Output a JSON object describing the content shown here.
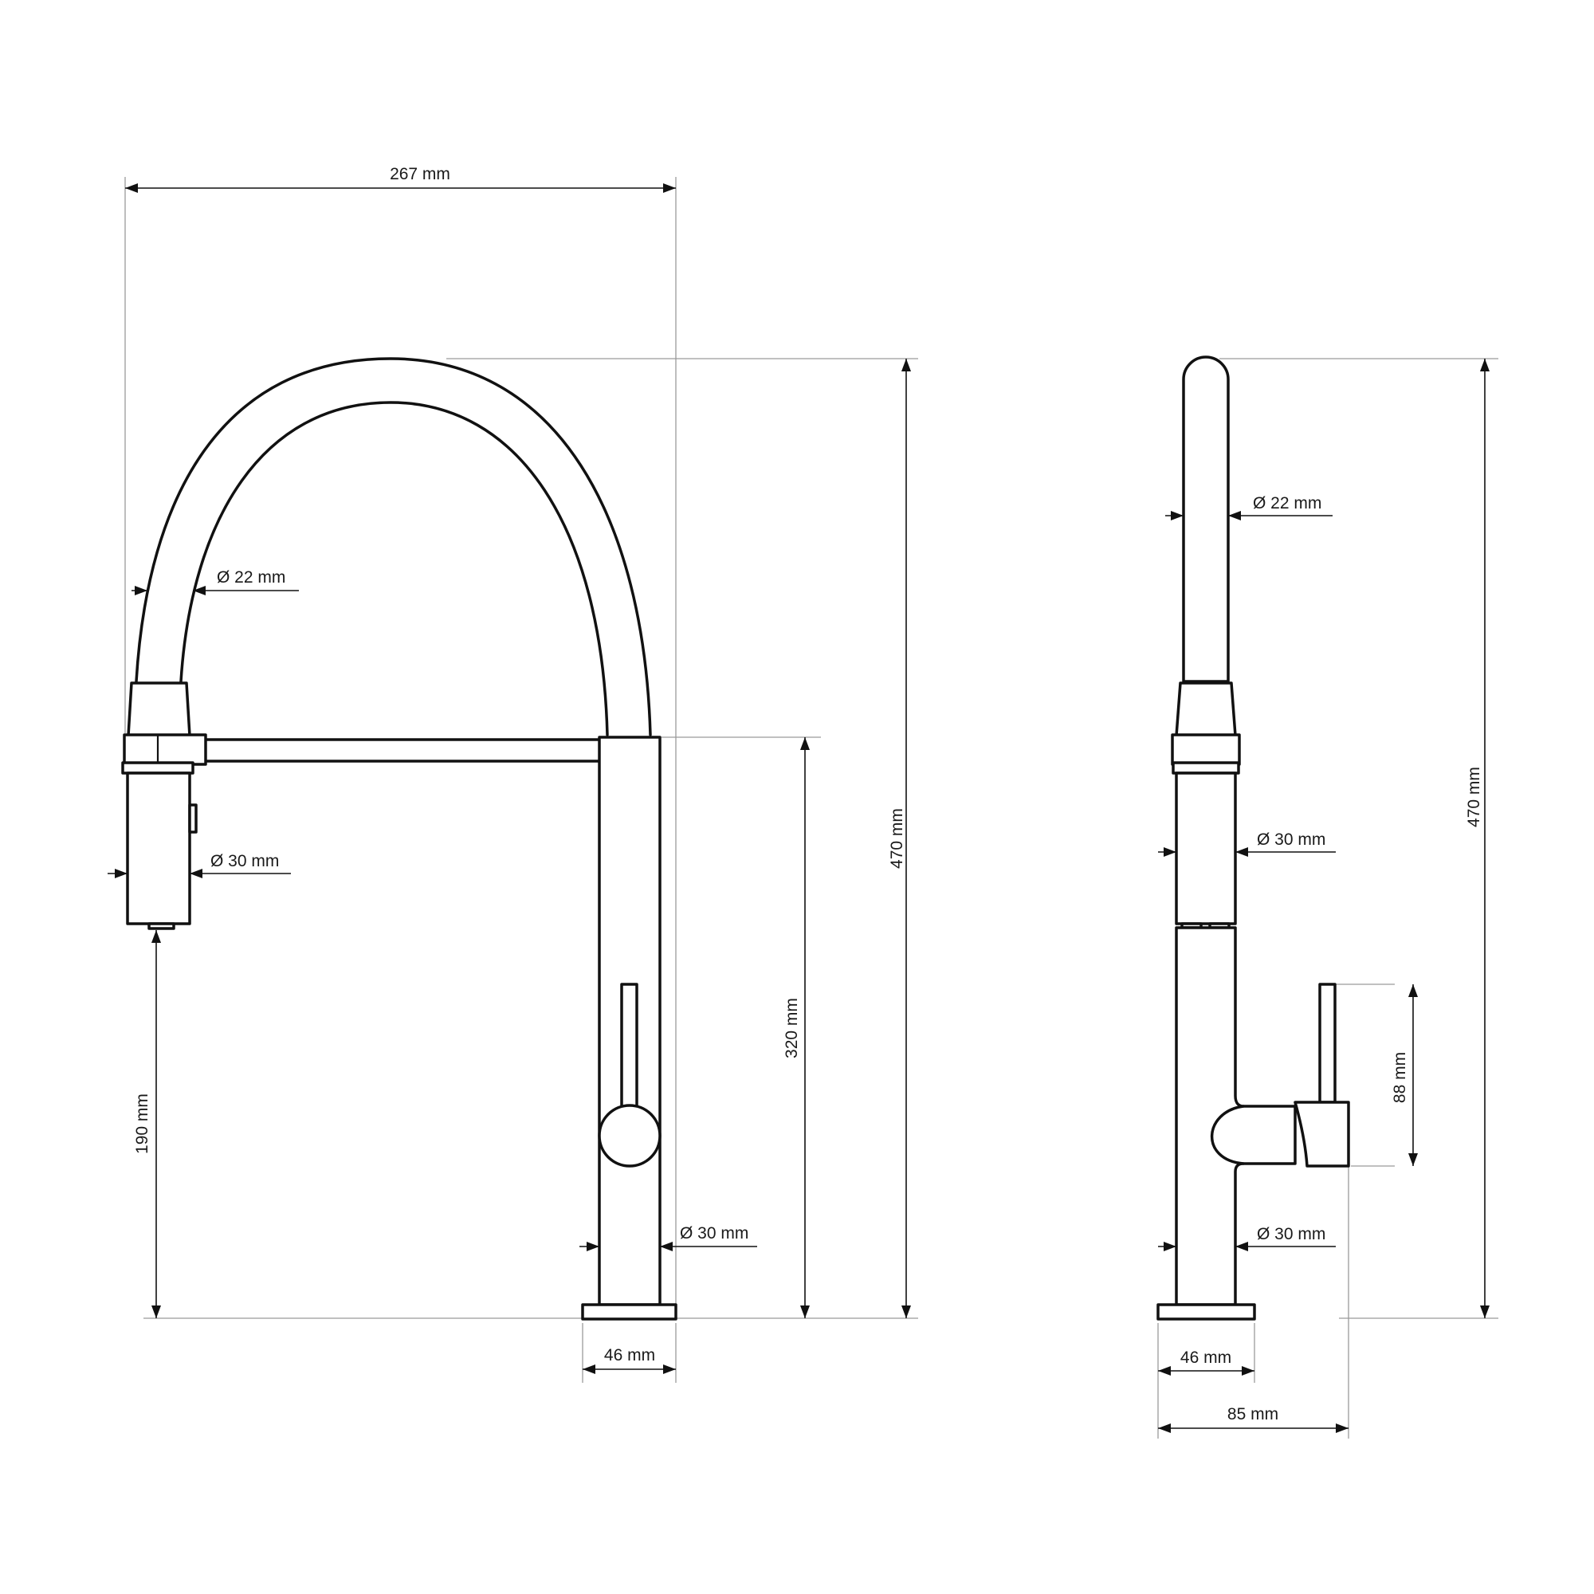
{
  "front_view": {
    "overall_width": "267 mm",
    "overall_height": "470 mm",
    "spout_height": "320 mm",
    "spray_height": "190 mm",
    "hose_diameter": "Ø 22 mm",
    "spray_diameter": "Ø 30 mm",
    "body_diameter": "Ø 30 mm",
    "base_width": "46 mm"
  },
  "side_view": {
    "overall_height": "470 mm",
    "hose_diameter": "Ø 22 mm",
    "spray_diameter": "Ø 30 mm",
    "body_diameter": "Ø 30 mm",
    "lever_height": "88 mm",
    "base_width": "46 mm",
    "overall_depth": "85 mm"
  }
}
